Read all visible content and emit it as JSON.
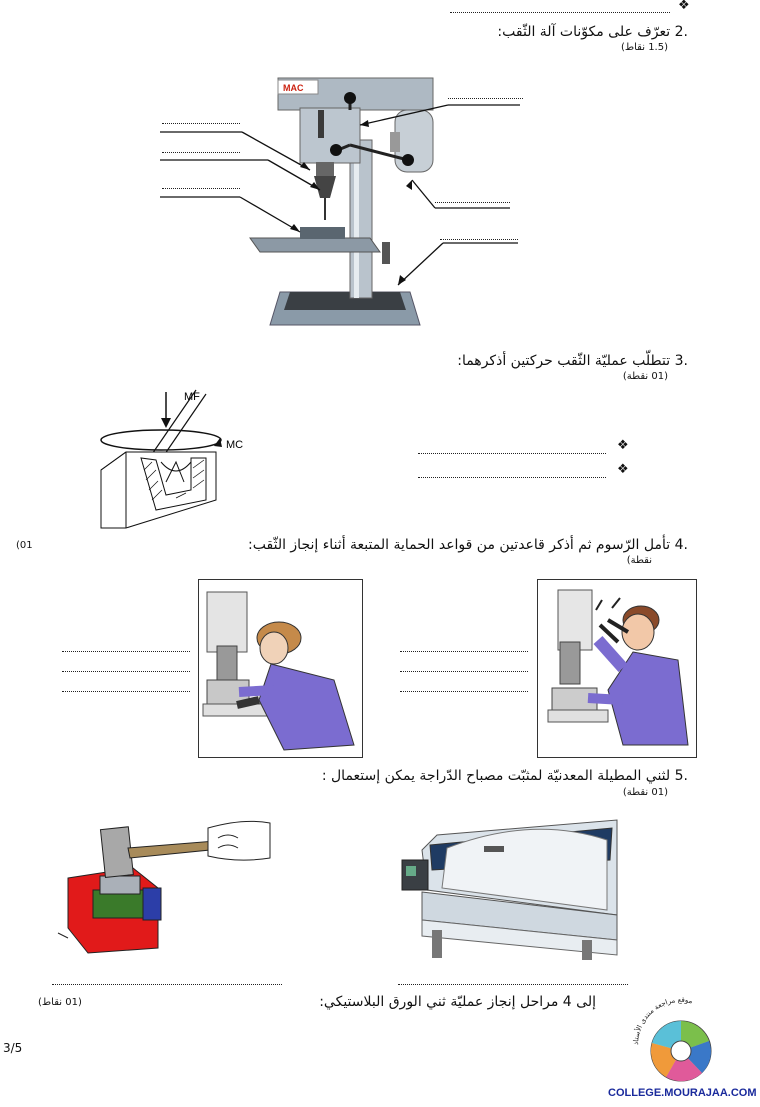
{
  "top_bullet": "❖",
  "q2": {
    "num": ".2",
    "text": "تعرّف على مكوّنات آلة الثّقب:",
    "points": "(1.5 نقاط)"
  },
  "machine": {
    "brand": "MAC"
  },
  "q3": {
    "num": ".3",
    "text": "تتطلّب عمليّة الثّقب حركتين أذكرهما:",
    "points": "(01 نقطة)"
  },
  "drill_diagram": {
    "mf_label": "MF",
    "mc_label": "MC"
  },
  "q3_bullets": [
    "❖",
    "❖"
  ],
  "q4": {
    "num": ".4",
    "text": "تأمل الرّسوم ثم أذكر قاعدتين من قواعد الحماية المتبعة أثناء إنجاز الثّقب:",
    "points_left": "(01",
    "points_right": "نقطة)"
  },
  "q5": {
    "num": ".5",
    "text": "لثني المطيلة المعدنيّة لمثبّت مصباح الدّراجة يمكن إستعمال :",
    "points": "(01 نقطة)"
  },
  "q6": {
    "text": "إلى 4 مراحل إنجاز عمليّة ثني الورق البلاستيكي:",
    "points": "(01 نقاط)"
  },
  "page_number": "3/5",
  "logo": {
    "site": "COLLEGE.MOURAJAA.COM",
    "arc_text": "موقع مراجعة منتدى الأستاذ"
  }
}
